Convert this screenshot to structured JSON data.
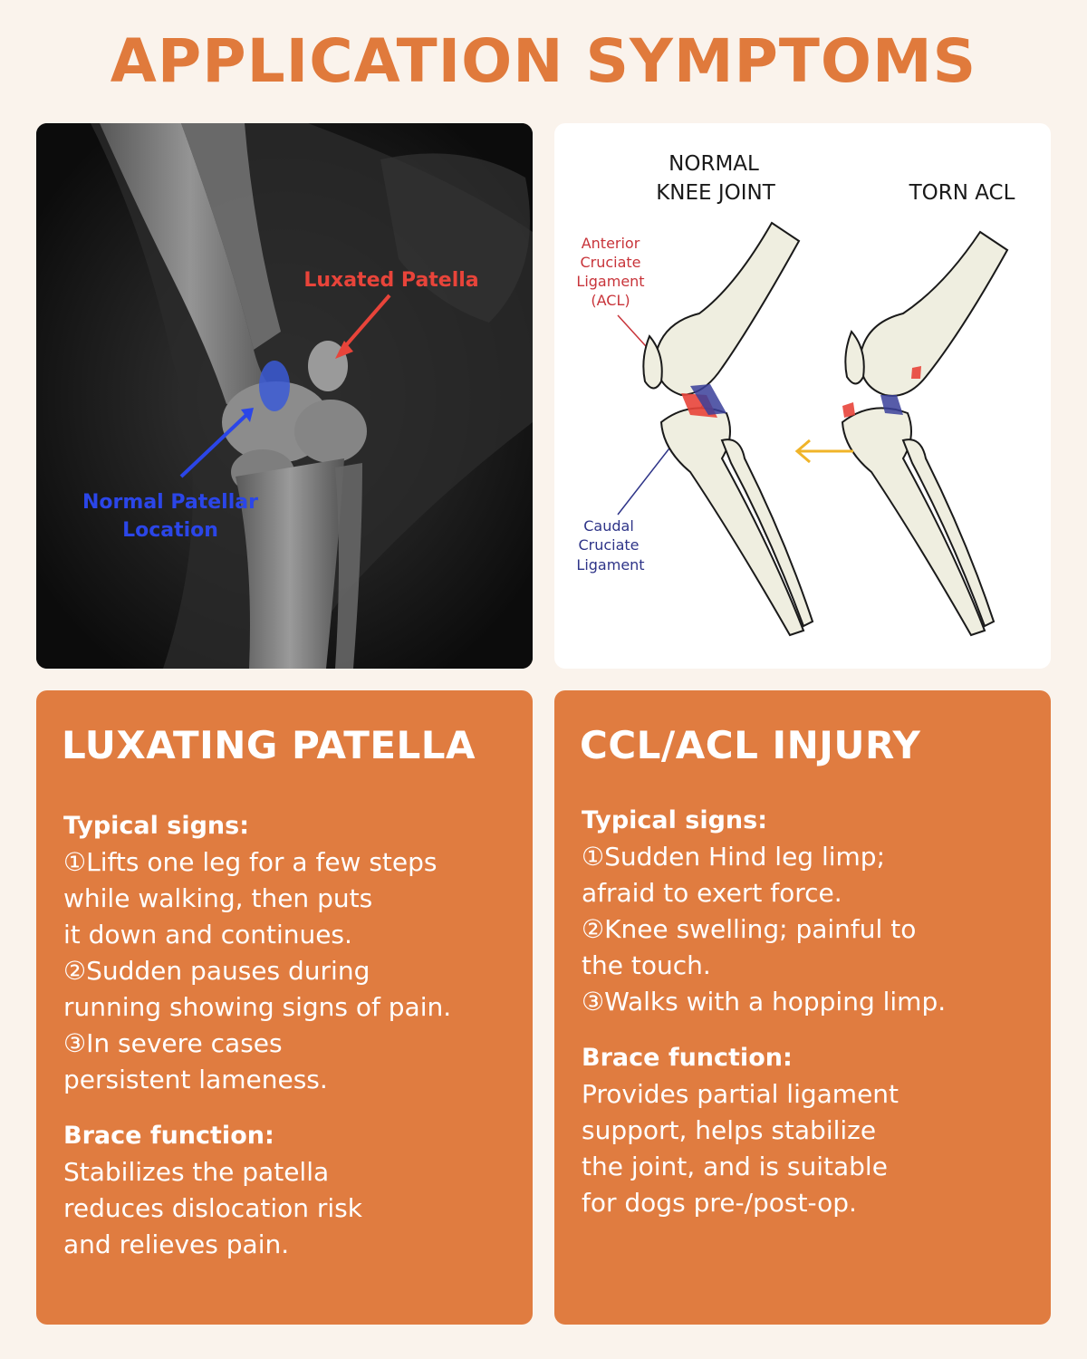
{
  "title": "APPLICATION SYMPTOMS",
  "xray": {
    "label_luxated": "Luxated Patella",
    "label_normal_line1": "Normal Patellar",
    "label_normal_line2": "Location"
  },
  "diagram": {
    "normal_title_line1": "NORMAL",
    "normal_title_line2": "KNEE JOINT",
    "torn_title": "TORN ACL",
    "acl_label": [
      "Anterior",
      "Cruciate",
      "Ligament",
      "(ACL)"
    ],
    "caudal_label": [
      "Caudal",
      "Cruciate",
      "Ligament"
    ]
  },
  "cards": {
    "left": {
      "title": "LUXATING PATELLA",
      "signs_heading": "Typical signs:",
      "signs_lines": [
        "①Lifts one leg for a few steps",
        "while walking, then puts",
        "it down and continues.",
        "②Sudden pauses during",
        "running showing signs of pain.",
        "③In severe cases",
        "persistent lameness."
      ],
      "brace_heading": "Brace function:",
      "brace_lines": [
        "Stabilizes the patella",
        "reduces dislocation risk",
        "and relieves pain."
      ]
    },
    "right": {
      "title": "CCL/ACL INJURY",
      "signs_heading": "Typical signs:",
      "signs_lines": [
        "①Sudden Hind leg limp;",
        "afraid to exert force.",
        "②Knee swelling; painful to",
        "the touch.",
        "③Walks with a hopping limp."
      ],
      "brace_heading": "Brace function:",
      "brace_lines": [
        "Provides partial ligament",
        "support, helps stabilize",
        "the joint, and is suitable",
        "for dogs pre-/post-op."
      ]
    }
  },
  "colors": {
    "accent": "#e07a3c",
    "card": "#e07c40",
    "background": "#faf3ec",
    "ligament_red": "#e8443a",
    "ligament_blue": "#3a3f9a",
    "arrow_yellow": "#f0b429",
    "xray_red": "#e8443a",
    "xray_blue": "#2b46e8"
  }
}
